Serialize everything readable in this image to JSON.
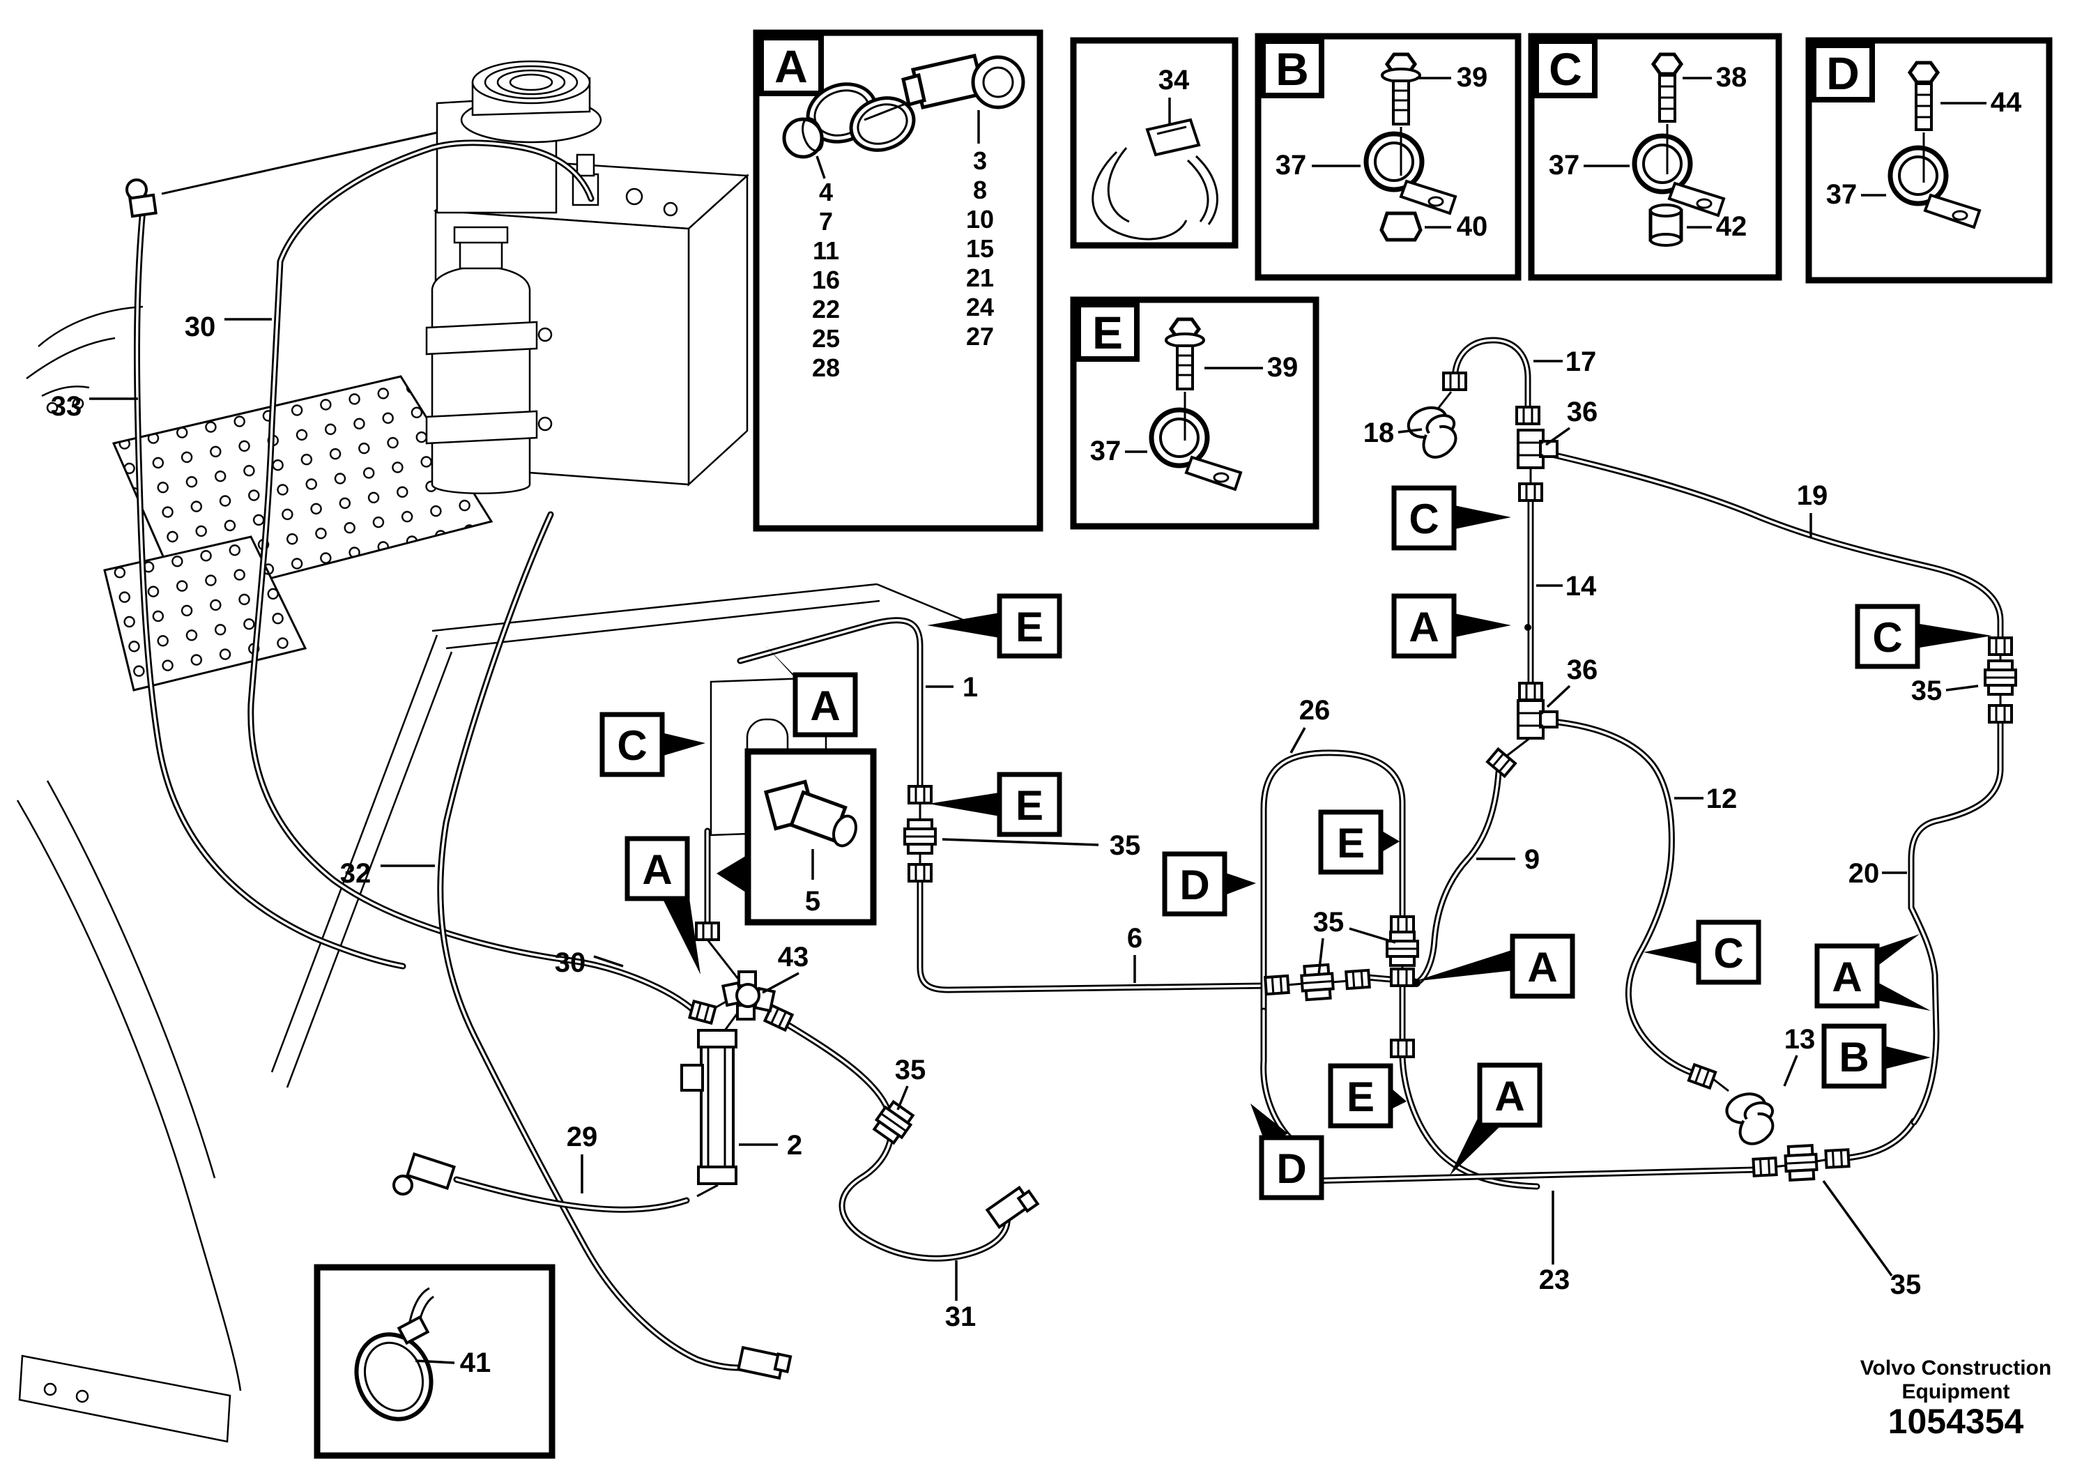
{
  "document": {
    "brand_line1": "Volvo Construction",
    "brand_line2": "Equipment",
    "number": "1054354"
  },
  "detail_boxes": {
    "a": {
      "letter": "A",
      "numbers_left": [
        "4",
        "7",
        "11",
        "16",
        "22",
        "25",
        "28"
      ],
      "numbers_right": [
        "3",
        "8",
        "10",
        "15",
        "21",
        "24",
        "27"
      ]
    },
    "strap": {
      "part_number": "34"
    },
    "b": {
      "letter": "B",
      "bolt": "39",
      "clamp": "37",
      "nut": "40"
    },
    "c": {
      "letter": "C",
      "bolt": "38",
      "clamp": "37",
      "spacer": "42"
    },
    "d": {
      "letter": "D",
      "bolt": "44",
      "clamp": "37"
    },
    "e": {
      "letter": "E",
      "bolt": "39",
      "clamp": "37"
    },
    "fitting": {
      "part_number": "5"
    },
    "cable_tie": {
      "part_number": "41"
    }
  },
  "callouts": {
    "e1": "E",
    "a1": "A",
    "c1": "C",
    "a2": "A",
    "e2": "E",
    "d1": "D",
    "e3": "E",
    "c2": "C",
    "a3": "A",
    "c3": "C",
    "c4": "C",
    "a4": "A",
    "a5": "A",
    "e4": "E",
    "a6": "A",
    "b1": "B",
    "d2": "D"
  },
  "parts": {
    "p33": "33",
    "p30a": "30",
    "p32": "32",
    "p30b": "30",
    "p29": "29",
    "p31": "31",
    "p43": "43",
    "p2": "2",
    "p1": "1",
    "p35a": "35",
    "p6": "6",
    "p35b": "35",
    "p26": "26",
    "p9": "9",
    "p14": "14",
    "p17": "17",
    "p18": "18",
    "p36a": "36",
    "p36b": "36",
    "p19": "19",
    "p12": "12",
    "p35c": "35",
    "p20": "20",
    "p13": "13",
    "p23": "23",
    "p35d": "35",
    "p35e": "35"
  }
}
